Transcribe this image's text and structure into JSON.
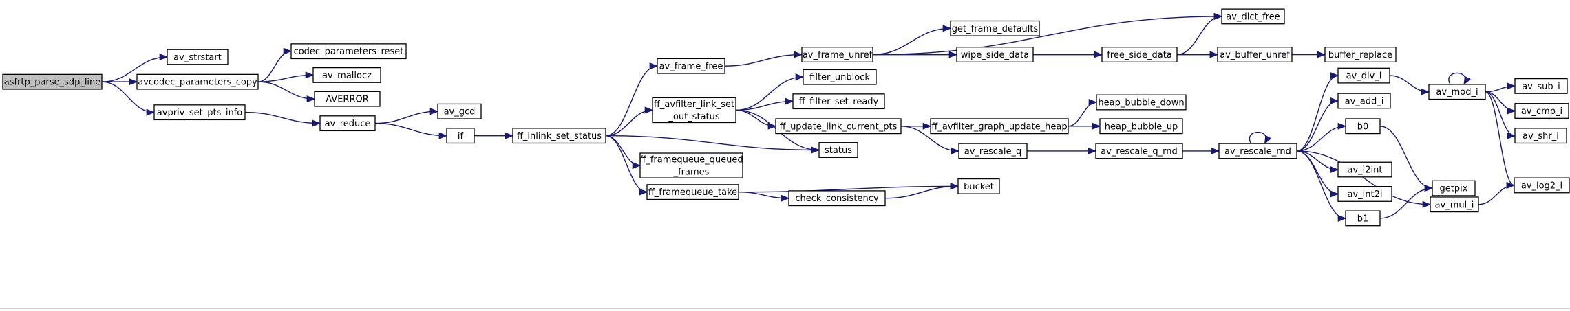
{
  "colors": {
    "edge": "#191970",
    "node_border": "#000000",
    "root_fill": "#bfbfbf",
    "node_fill": "#ffffff"
  },
  "nodes": {
    "asfrtp_parse_sdp_line": [
      "asfrtp_parse_sdp_line"
    ],
    "av_strstart": [
      "av_strstart"
    ],
    "avcodec_parameters_copy": [
      "avcodec_parameters_copy"
    ],
    "codec_parameters_reset": [
      "codec_parameters_reset"
    ],
    "av_mallocz": [
      "av_mallocz"
    ],
    "AVERROR": [
      "AVERROR"
    ],
    "avpriv_set_pts_info": [
      "avpriv_set_pts_info"
    ],
    "av_reduce": [
      "av_reduce"
    ],
    "av_gcd": [
      "av_gcd"
    ],
    "if": [
      "if"
    ],
    "ff_inlink_set_status": [
      "ff_inlink_set_status"
    ],
    "av_frame_free": [
      "av_frame_free"
    ],
    "av_frame_unref": [
      "av_frame_unref"
    ],
    "get_frame_defaults": [
      "get_frame_defaults"
    ],
    "wipe_side_data": [
      "wipe_side_data"
    ],
    "free_side_data": [
      "free_side_data"
    ],
    "av_dict_free": [
      "av_dict_free"
    ],
    "av_buffer_unref": [
      "av_buffer_unref"
    ],
    "buffer_replace": [
      "buffer_replace"
    ],
    "ff_avfilter_link_set_out_status": [
      "ff_avfilter_link_set",
      "_out_status"
    ],
    "filter_unblock": [
      "filter_unblock"
    ],
    "ff_filter_set_ready": [
      "ff_filter_set_ready"
    ],
    "ff_update_link_current_pts": [
      "ff_update_link_current_pts"
    ],
    "ff_avfilter_graph_update_heap": [
      "ff_avfilter_graph_update_heap"
    ],
    "heap_bubble_down": [
      "heap_bubble_down"
    ],
    "heap_bubble_up": [
      "heap_bubble_up"
    ],
    "status": [
      "status"
    ],
    "ff_framequeue_queued_frames": [
      "ff_framequeue_queued",
      "_frames"
    ],
    "ff_framequeue_take": [
      "ff_framequeue_take"
    ],
    "check_consistency": [
      "check_consistency"
    ],
    "bucket": [
      "bucket"
    ],
    "av_rescale_q": [
      "av_rescale_q"
    ],
    "av_rescale_q_rnd": [
      "av_rescale_q_rnd"
    ],
    "av_rescale_rnd": [
      "av_rescale_rnd"
    ],
    "av_div_i": [
      "av_div_i"
    ],
    "av_add_i": [
      "av_add_i"
    ],
    "b0": [
      "b0"
    ],
    "av_i2int": [
      "av_i2int"
    ],
    "av_int2i": [
      "av_int2i"
    ],
    "b1": [
      "b1"
    ],
    "av_mod_i": [
      "av_mod_i"
    ],
    "av_sub_i": [
      "av_sub_i"
    ],
    "av_cmp_i": [
      "av_cmp_i"
    ],
    "av_shr_i": [
      "av_shr_i"
    ],
    "av_log2_i": [
      "av_log2_i"
    ],
    "getpix": [
      "getpix"
    ],
    "av_mul_i": [
      "av_mul_i"
    ]
  },
  "edges": [
    [
      "asfrtp_parse_sdp_line",
      "av_strstart"
    ],
    [
      "asfrtp_parse_sdp_line",
      "avcodec_parameters_copy"
    ],
    [
      "asfrtp_parse_sdp_line",
      "avpriv_set_pts_info"
    ],
    [
      "avcodec_parameters_copy",
      "codec_parameters_reset"
    ],
    [
      "avcodec_parameters_copy",
      "av_mallocz"
    ],
    [
      "avcodec_parameters_copy",
      "AVERROR"
    ],
    [
      "avpriv_set_pts_info",
      "av_reduce"
    ],
    [
      "av_reduce",
      "av_gcd"
    ],
    [
      "av_reduce",
      "if"
    ],
    [
      "if",
      "ff_inlink_set_status"
    ],
    [
      "ff_inlink_set_status",
      "av_frame_free"
    ],
    [
      "ff_inlink_set_status",
      "ff_avfilter_link_set_out_status"
    ],
    [
      "ff_inlink_set_status",
      "status"
    ],
    [
      "ff_inlink_set_status",
      "ff_framequeue_queued_frames"
    ],
    [
      "ff_inlink_set_status",
      "ff_framequeue_take"
    ],
    [
      "av_frame_free",
      "av_frame_unref"
    ],
    [
      "av_frame_unref",
      "av_dict_free"
    ],
    [
      "av_frame_unref",
      "get_frame_defaults"
    ],
    [
      "av_frame_unref",
      "wipe_side_data"
    ],
    [
      "av_frame_unref",
      "av_buffer_unref"
    ],
    [
      "wipe_side_data",
      "free_side_data"
    ],
    [
      "free_side_data",
      "av_dict_free"
    ],
    [
      "free_side_data",
      "av_buffer_unref"
    ],
    [
      "av_buffer_unref",
      "buffer_replace"
    ],
    [
      "ff_avfilter_link_set_out_status",
      "filter_unblock"
    ],
    [
      "ff_avfilter_link_set_out_status",
      "ff_filter_set_ready"
    ],
    [
      "ff_avfilter_link_set_out_status",
      "ff_update_link_current_pts"
    ],
    [
      "ff_avfilter_link_set_out_status",
      "status"
    ],
    [
      "ff_update_link_current_pts",
      "ff_avfilter_graph_update_heap"
    ],
    [
      "ff_update_link_current_pts",
      "av_rescale_q"
    ],
    [
      "ff_avfilter_graph_update_heap",
      "heap_bubble_down"
    ],
    [
      "ff_avfilter_graph_update_heap",
      "heap_bubble_up"
    ],
    [
      "ff_framequeue_take",
      "bucket"
    ],
    [
      "ff_framequeue_take",
      "check_consistency"
    ],
    [
      "check_consistency",
      "bucket"
    ],
    [
      "av_rescale_q",
      "av_rescale_q_rnd"
    ],
    [
      "av_rescale_q_rnd",
      "av_rescale_rnd"
    ],
    [
      "av_rescale_rnd",
      "av_rescale_rnd"
    ],
    [
      "av_rescale_rnd",
      "av_div_i"
    ],
    [
      "av_rescale_rnd",
      "av_add_i"
    ],
    [
      "av_rescale_rnd",
      "b0"
    ],
    [
      "av_rescale_rnd",
      "av_i2int"
    ],
    [
      "av_rescale_rnd",
      "av_int2i"
    ],
    [
      "av_rescale_rnd",
      "b1"
    ],
    [
      "av_rescale_rnd",
      "av_mul_i"
    ],
    [
      "av_div_i",
      "av_mod_i"
    ],
    [
      "av_mod_i",
      "av_mod_i"
    ],
    [
      "av_mod_i",
      "av_sub_i"
    ],
    [
      "av_mod_i",
      "av_cmp_i"
    ],
    [
      "av_mod_i",
      "av_shr_i"
    ],
    [
      "av_mod_i",
      "av_log2_i"
    ],
    [
      "av_mul_i",
      "av_log2_i"
    ],
    [
      "b0",
      "getpix"
    ],
    [
      "b1",
      "getpix"
    ]
  ]
}
